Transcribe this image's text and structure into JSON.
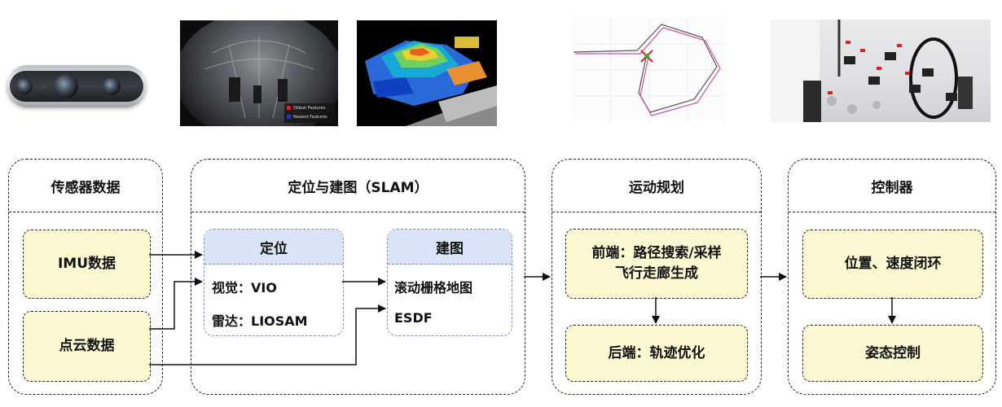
{
  "images": {
    "fisheye_legend": {
      "oldest": "Oldest Features",
      "newest": "Newest Features",
      "colors": {
        "oldest": "#d02020",
        "newest": "#2030d0"
      }
    }
  },
  "sensor": {
    "title": "传感器数据",
    "imu": "IMU数据",
    "pointcloud": "点云数据"
  },
  "slam": {
    "title": "定位与建图（SLAM）",
    "localization": {
      "title": "定位",
      "visual": "视觉：VIO",
      "lidar": "雷达：LIOSAM"
    },
    "mapping": {
      "title": "建图",
      "grid": "滚动栅格地图",
      "esdf": "ESDF"
    }
  },
  "planning": {
    "title": "运动规划",
    "frontend_line1": "前端：路径搜索/采样",
    "frontend_line2": "飞行走廊生成",
    "backend": "后端：轨迹优化"
  },
  "controller": {
    "title": "控制器",
    "loop": "位置、速度闭环",
    "attitude": "姿态控制"
  },
  "colors": {
    "yellow_fill": "#fbf8d2",
    "blue_header": "#dbe4f7",
    "border": "#222222"
  }
}
